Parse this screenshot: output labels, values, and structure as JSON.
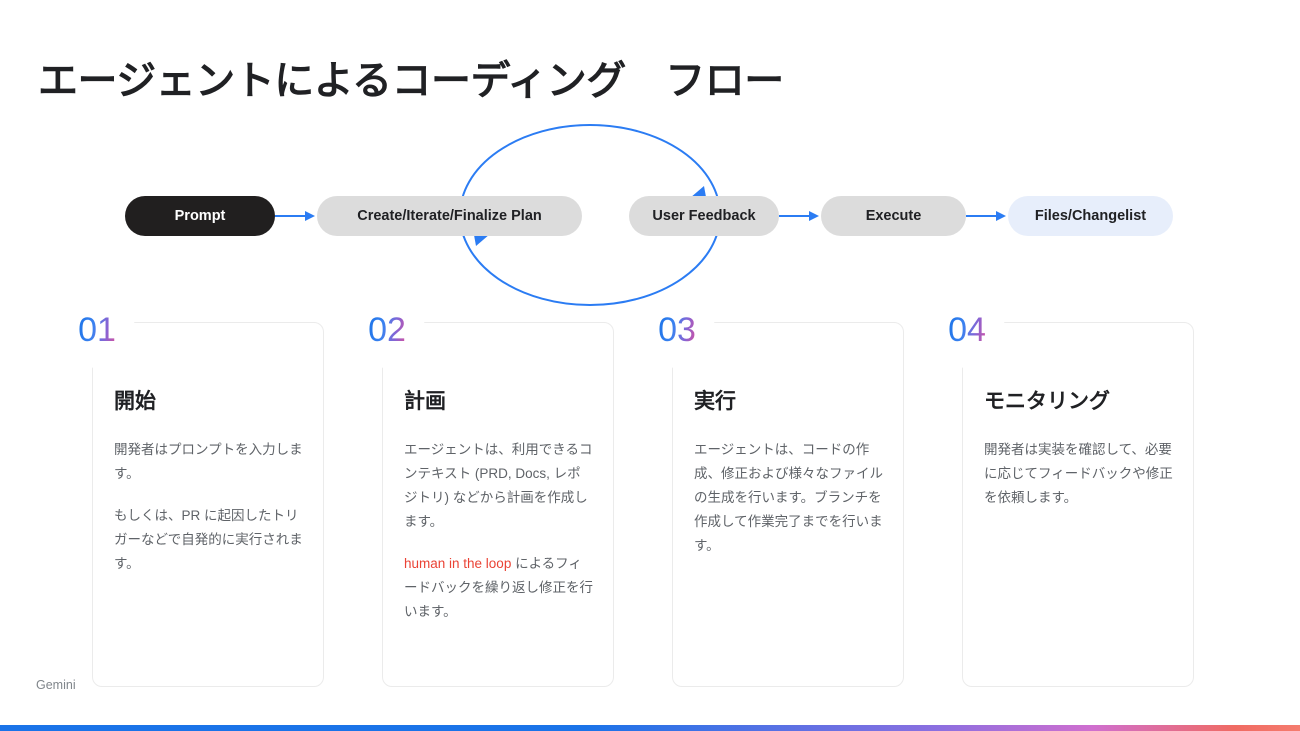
{
  "slide": {
    "title": "エージェントによるコーディング　フロー",
    "brand_label": "Gemini"
  },
  "flow": {
    "steps": [
      {
        "label": "Prompt",
        "style": "dark"
      },
      {
        "label": "Create/Iterate/Finalize Plan",
        "style": "grey"
      },
      {
        "label": "User Feedback",
        "style": "grey"
      },
      {
        "label": "Execute",
        "style": "grey"
      },
      {
        "label": "Files/Changelist",
        "style": "blue-tint"
      }
    ],
    "loop": {
      "description": "Create/Iterate/Finalize Plan と User Feedback の間の繰り返しループ",
      "top_arrow_target": "User Feedback",
      "bottom_arrow_target": "Create/Iterate/Finalize Plan"
    }
  },
  "cards": [
    {
      "number": "01",
      "heading": "開始",
      "paragraphs": [
        {
          "text": "開発者はプロンプトを入力します。"
        },
        {
          "text": "もしくは、PR に起因したトリガーなどで自発的に実行されます。"
        }
      ]
    },
    {
      "number": "02",
      "heading": "計画",
      "paragraphs": [
        {
          "text": "エージェントは、利用できるコンテキスト (PRD, Docs, レポジトリ) などから計画を作成します。"
        },
        {
          "highlight": "human in the loop",
          "text": " によるフィードバックを繰り返し修正を行います。"
        }
      ]
    },
    {
      "number": "03",
      "heading": "実行",
      "paragraphs": [
        {
          "text": "エージェントは、コードの作成、修正および様々なファイルの生成を行います。ブランチを作成して作業完了までを行います。"
        }
      ]
    },
    {
      "number": "04",
      "heading": "モニタリング",
      "paragraphs": [
        {
          "text": "開発者は実装を確認して、必要に応じてフィードバックや修正を依頼します。"
        }
      ]
    }
  ],
  "colors": {
    "accent_blue": "#1a73e8",
    "accent_pink": "#dd4f9a",
    "highlight_red": "#ea4335",
    "pill_dark": "#211f1f",
    "pill_grey": "#dcdcdc",
    "pill_blue_tint": "#e7eefb"
  }
}
